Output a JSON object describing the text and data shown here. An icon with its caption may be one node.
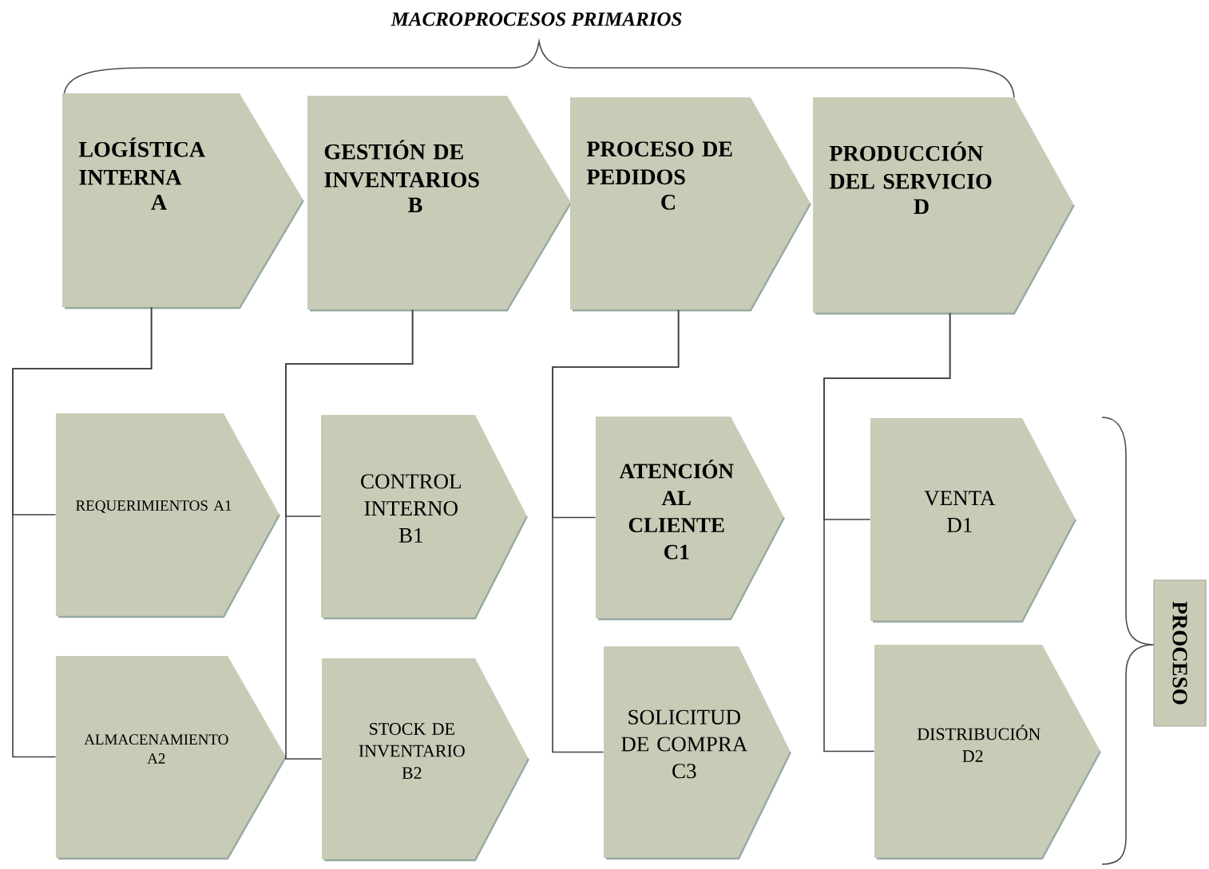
{
  "diagram": {
    "title": "MACROPROCESOS PRIMARIOS",
    "nodes": [
      {
        "text": [
          "LOGÍSTICA INTERNA",
          "A"
        ]
      },
      {
        "text": [
          "GESTIÓN DE INVENTARIOS",
          "B"
        ]
      },
      {
        "text": [
          "PROCESO DE PEDIDOS",
          "C"
        ]
      },
      {
        "text": [
          "PRODUCCIÓN DEL SERVICIO",
          "D"
        ]
      },
      {
        "text": [
          "REQUERIMIENTOS A1"
        ]
      },
      {
        "text": [
          "ALMACENAMIENTO A2"
        ]
      },
      {
        "text": [
          "CONTROL INTERNO B1"
        ]
      },
      {
        "text": [
          "STOCK DE INVENTARIO B2"
        ]
      },
      {
        "text": [
          "ATENCIÓN AL CLIENTE C1"
        ]
      },
      {
        "text": [
          "SOLICITUD DE COMPRA C3"
        ]
      },
      {
        "text": [
          "VENTA D1"
        ]
      },
      {
        "text": [
          "DISTRIBUCIÓN D2"
        ]
      },
      {
        "text": [
          "PROCESO"
        ]
      }
    ],
    "edges": [
      {
        "from": 0,
        "to": 4,
        "arrow": "none"
      },
      {
        "from": 0,
        "to": 5,
        "arrow": "none"
      },
      {
        "from": 1,
        "to": 6,
        "arrow": "none"
      },
      {
        "from": 1,
        "to": 7,
        "arrow": "none"
      },
      {
        "from": 2,
        "to": 8,
        "arrow": "none"
      },
      {
        "from": 2,
        "to": 9,
        "arrow": "none"
      },
      {
        "from": 3,
        "to": 10,
        "arrow": "none"
      },
      {
        "from": 3,
        "to": 11,
        "arrow": "none"
      }
    ]
  }
}
